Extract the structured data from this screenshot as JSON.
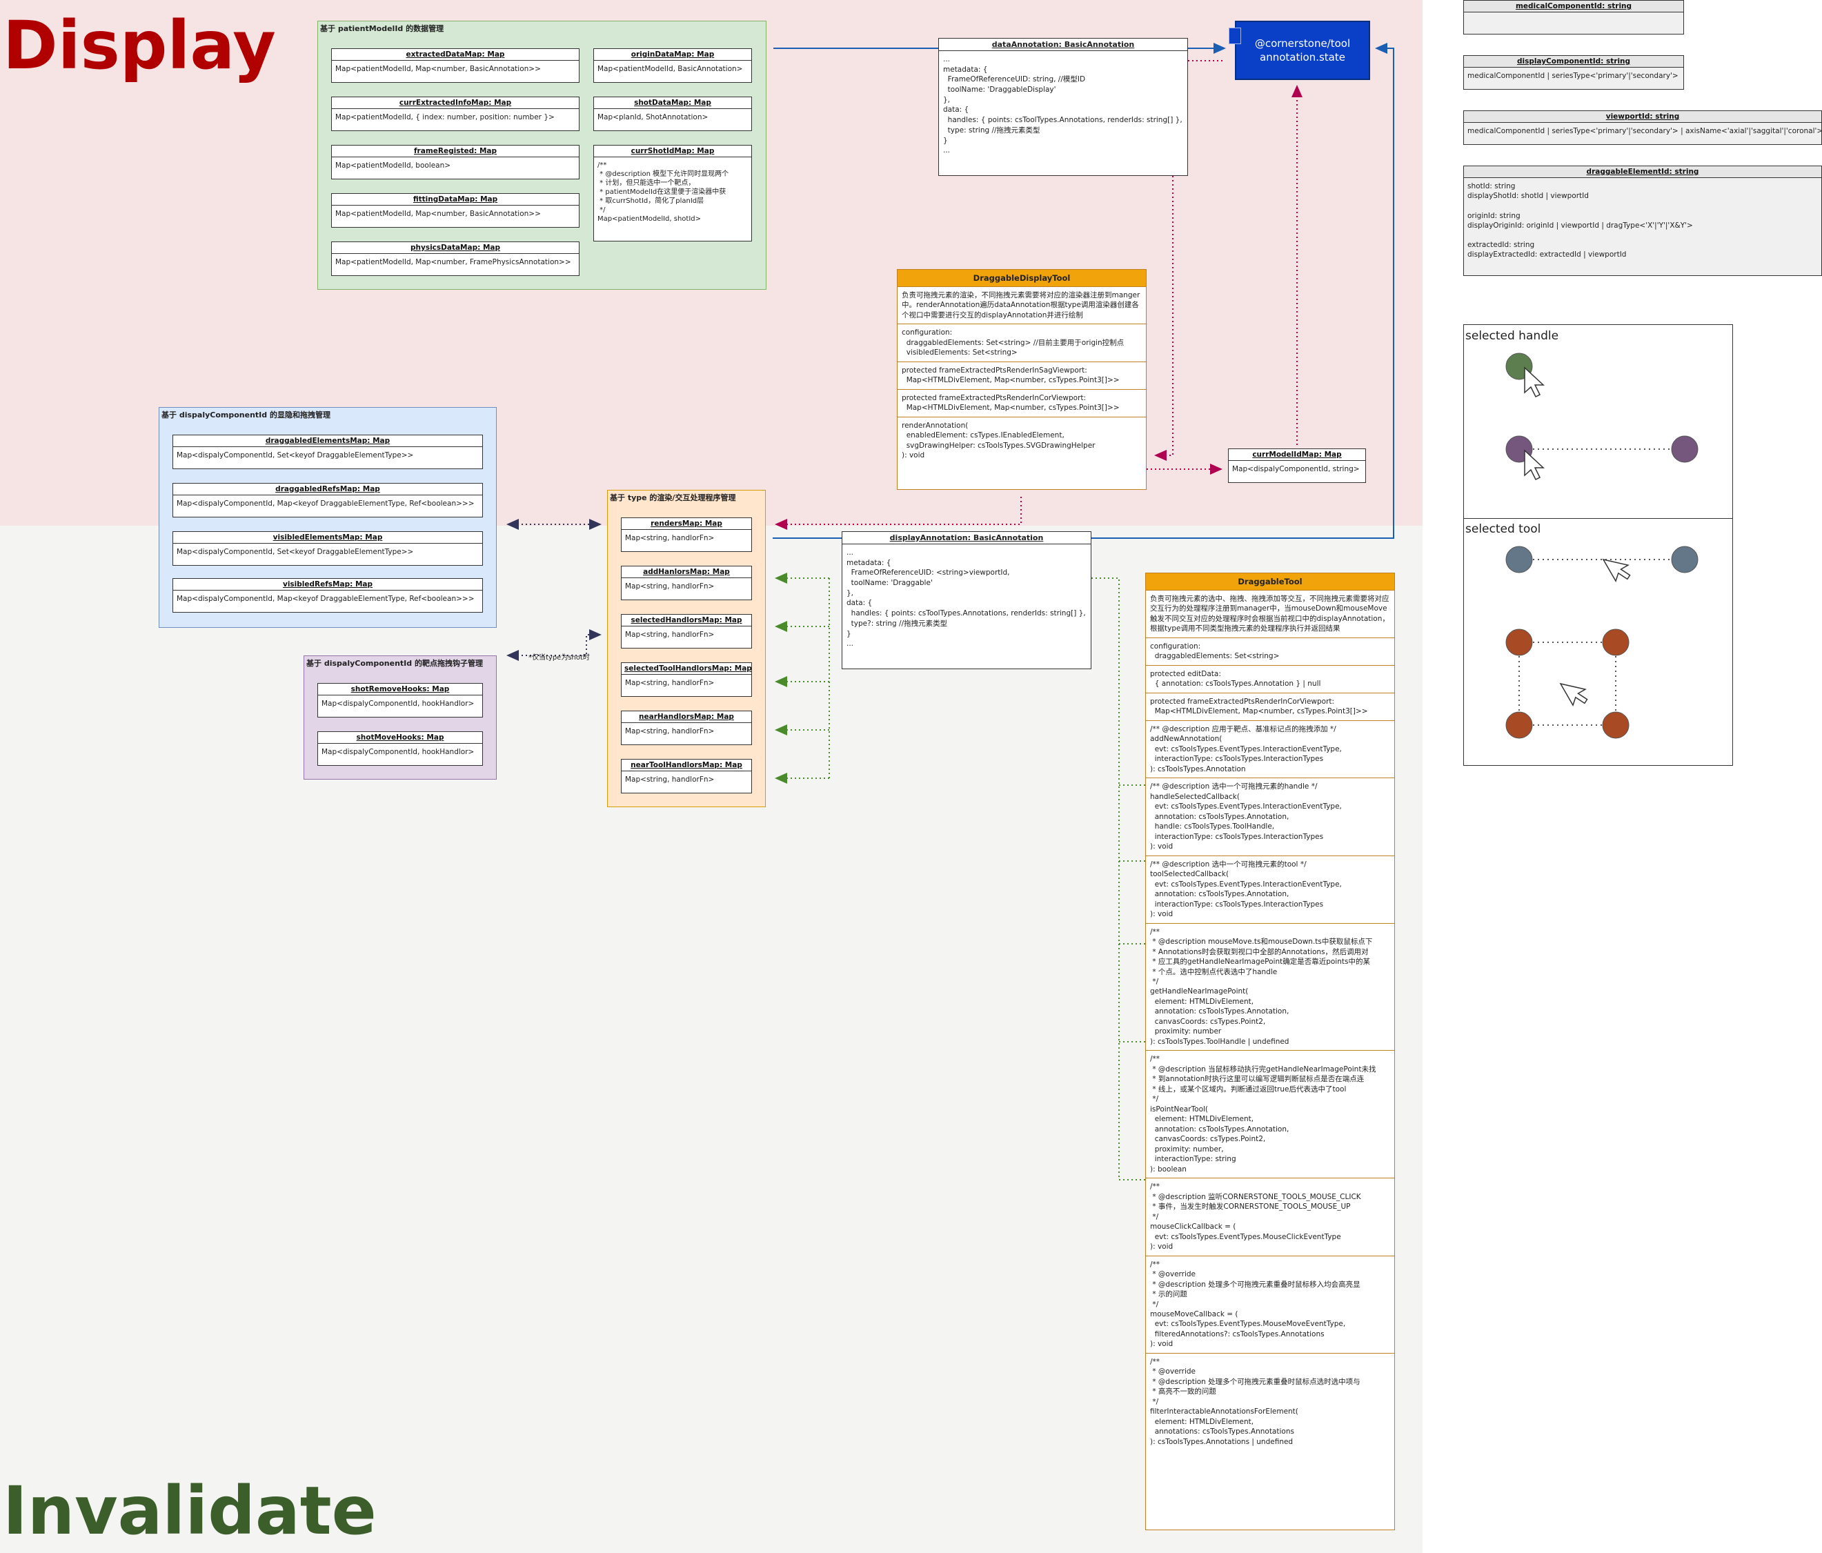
{
  "titles": {
    "display": "Display",
    "invalidate": "Invalidate",
    "display_color": "#b00000",
    "invalidate_color": "#3b5e2b"
  },
  "groups": {
    "patient": {
      "title": "基于 patientModelId 的数据管理",
      "maps": [
        {
          "name": "extractedDataMap: Map",
          "type": "Map<patientModelId, Map<number, BasicAnnotation>>"
        },
        {
          "name": "originDataMap: Map",
          "type": "Map<patientModelId, BasicAnnotation>"
        },
        {
          "name": "currExtractedInfoMap: Map",
          "type": "Map<patientModelId, { index: number, position: number }>"
        },
        {
          "name": "shotDataMap: Map",
          "type": "Map<planId, ShotAnnotation>"
        },
        {
          "name": "frameRegisted: Map",
          "type": "Map<patientModelId, boolean>"
        },
        {
          "name": "currShotIdMap: Map",
          "type": "/**\n * @description 模型下允许同时显现两个\n * 计划，但只能选中一个靶点，\n * patientModelId在这里便于渲染器中获\n * 取currShotId，简化了planId层\n */\nMap<patientModelId, shotId>"
        },
        {
          "name": "fittingDataMap: Map",
          "type": "Map<patientModelId, Map<number, BasicAnnotation>>"
        },
        {
          "name": "physicsDataMap: Map",
          "type": "Map<patientModelId, Map<number, FramePhysicsAnnotation>>"
        }
      ]
    },
    "display_component": {
      "title": "基于 dispalyComponentId 的显隐和拖拽管理",
      "maps": [
        {
          "name": "draggabledElementsMap: Map",
          "type": "Map<dispalyComponentId, Set<keyof DraggableElementType>>"
        },
        {
          "name": "draggabledRefsMap: Map",
          "type": "Map<dispalyComponentId, Map<keyof DraggableElementType, Ref<boolean>>>"
        },
        {
          "name": "visibledElementsMap: Map",
          "type": "Map<dispalyComponentId, Set<keyof DraggableElementType>>"
        },
        {
          "name": "visibledRefsMap: Map",
          "type": "Map<dispalyComponentId, Map<keyof DraggableElementType, Ref<boolean>>>"
        }
      ]
    },
    "hooks": {
      "title": "基于 dispalyComponentId 的靶点拖拽钩子管理",
      "maps": [
        {
          "name": "shotRemoveHooks: Map",
          "type": "Map<dispalyComponentId, hookHandlor>"
        },
        {
          "name": "shotMoveHooks: Map",
          "type": "Map<dispalyComponentId, hookHandlor>"
        }
      ]
    },
    "type_handlers": {
      "title": "基于 type 的渲染/交互处理程序管理",
      "maps": [
        {
          "name": "rendersMap: Map",
          "type": "Map<string, handlorFn>"
        },
        {
          "name": "addHanlorsMap: Map",
          "type": "Map<string, handlorFn>"
        },
        {
          "name": "selectedHandlorsMap: Map",
          "type": "Map<string, handlorFn>"
        },
        {
          "name": "selectedToolHandlorsMap: Map",
          "type": "Map<string, handlorFn>"
        },
        {
          "name": "nearHandlorsMap: Map",
          "type": "Map<string, handlorFn>"
        },
        {
          "name": "nearToolHandlorsMap: Map",
          "type": "Map<string, handlorFn>"
        }
      ]
    }
  },
  "note_shot_only": "*仅当type为shot时",
  "data_annotation": {
    "title": "dataAnnotation: BasicAnnotation",
    "body": "...\nmetadata: {\n  FrameOfReferenceUID: string, //模型ID\n  toolName: 'DraggableDisplay'\n},\ndata: {\n  handles: { points: csToolTypes.Annotations, renderIds: string[] },\n  type: string //拖拽元素类型\n}\n..."
  },
  "display_annotation": {
    "title": "displayAnnotation: BasicAnnotation",
    "body": "...\nmetadata: {\n  FrameOfReferenceUID: <string>viewportId,\n  toolName: 'Draggable'\n},\ndata: {\n  handles: { points: csToolTypes.Annotations, renderIds: string[] },\n  type?: string //拖拽元素类型\n}\n..."
  },
  "cornerstone": {
    "label": "@cornerstone/tool\nannotation.state",
    "color": "#0a40c8"
  },
  "curr_model_map": {
    "title": "currModelIdMap: Map",
    "body": "Map<dispalyComponentId, string>"
  },
  "display_tool": {
    "title": "DraggableDisplayTool",
    "sections": [
      "负责可拖拽元素的渲染，不同拖拽元素需要将对应的渲染器注册到manger中。renderAnnotation遍历dataAnnotation根据type调用渲染器创建各个视口中需要进行交互的displayAnnotation并进行绘制",
      "configuration:\n  draggabledElements: Set<string> //目前主要用于origin控制点\n  visibledElements: Set<string>",
      "protected frameExtractedPtsRenderInSagViewport:\n  Map<HTMLDivElement, Map<number, csTypes.Point3[]>>",
      "protected frameExtractedPtsRenderInCorViewport:\n  Map<HTMLDivElement, Map<number, csTypes.Point3[]>>",
      "renderAnnotation(\n  enabledElement: csTypes.IEnabledElement,\n  svgDrawingHelper: csToolsTypes.SVGDrawingHelper\n): void"
    ]
  },
  "draggable_tool": {
    "title": "DraggableTool",
    "sections": [
      "负责可拖拽元素的选中、拖拽、拖拽添加等交互，不同拖拽元素需要将对应交互行为的处理程序注册到manager中，当mouseDown和mouseMove触发不同交互对应的处理程序时会根据当前视口中的displayAnnotation，根据type调用不同类型拖拽元素的处理程序执行并返回结果",
      "configuration:\n  draggabledElements: Set<string>",
      "protected editData:\n  { annotation: csToolsTypes.Annotation } | null",
      "protected frameExtractedPtsRenderInCorViewport:\n  Map<HTMLDivElement, Map<number, csTypes.Point3[]>>",
      "/** @description 应用于靶点、基准标记点的拖拽添加 */\naddNewAnnotation(\n  evt: csToolsTypes.EventTypes.InteractionEventType,\n  interactionType: csToolsTypes.InteractionTypes\n): csToolsTypes.Annotation",
      "/** @description 选中一个可拖拽元素的handle */\nhandleSelectedCallback(\n  evt: csToolsTypes.EventTypes.InteractionEventType,\n  annotation: csToolsTypes.Annotation,\n  handle: csToolsTypes.ToolHandle,\n  interactionType: csToolsTypes.InteractionTypes\n): void",
      "/** @description 选中一个可拖拽元素的tool */\ntoolSelectedCallback(\n  evt: csToolsTypes.EventTypes.InteractionEventType,\n  annotation: csToolsTypes.Annotation,\n  interactionType: csToolsTypes.InteractionTypes\n): void",
      "/**\n * @description mouseMove.ts和mouseDown.ts中获取鼠标点下\n * Annotations时会获取到视口中全部的Annotations，然后调用对\n * 应工具的getHandleNearImagePoint确定是否靠近points中的某\n * 个点。选中控制点代表选中了handle\n */\ngetHandleNearImagePoint(\n  element: HTMLDivElement,\n  annotation: csToolsTypes.Annotation,\n  canvasCoords: csTypes.Point2,\n  proximity: number\n): csToolsTypes.ToolHandle | undefined",
      "/**\n * @description 当鼠标移动执行完getHandleNearImagePoint未找\n * 到annotation时执行这里可以编写逻辑判断鼠标点是否在端点连\n * 线上，或某个区域内。判断通过返回true后代表选中了tool\n */\nisPointNearTool(\n  element: HTMLDivElement,\n  annotation: csToolsTypes.Annotation,\n  canvasCoords: csTypes.Point2,\n  proximity: number,\n  interactionType: string\n): boolean",
      "/**\n * @description 监听CORNERSTONE_TOOLS_MOUSE_CLICK\n * 事件，当发生时触发CORNERSTONE_TOOLS_MOUSE_UP\n */\nmouseClickCallback = (\n  evt: csToolsTypes.EventTypes.MouseClickEventType\n): void",
      "/**\n * @override\n * @description 处理多个可拖拽元素重叠时鼠标移入均会高亮显\n * 示的问题\n */\nmouseMoveCallback = (\n  evt: csToolsTypes.EventTypes.MouseMoveEventType,\n  filteredAnnotations?: csToolsTypes.Annotations\n): void",
      "/**\n * @override\n * @description 处理多个可拖拽元素重叠时鼠标点选时选中项与\n * 高亮不一致的问题\n */\nfilterInteractableAnnotationsForElement(\n  element: HTMLDivElement,\n  annotations: csToolsTypes.Annotations\n): csToolsTypes.Annotations | undefined"
    ]
  },
  "id_types": [
    {
      "name": "medicalComponentId: string",
      "body": ""
    },
    {
      "name": "displayComponentId: string",
      "body": "medicalComponentId | seriesType<'primary'|'secondary'>"
    },
    {
      "name": "viewportId: string",
      "body": "medicalComponentId | seriesType<'primary'|'secondary'> | axisName<'axial'|'saggital'|'coronal'>"
    },
    {
      "name": "draggableElementId: string",
      "body": "shotId: string\ndisplayShotId: shotId | viewportId\n\noriginId: string\ndisplayOriginId: originId | viewportId | dragType<'X'|'Y'|'X&Y'>\n\nextractedId: string\ndisplayExtractedId: extractedId | viewportId"
    }
  ],
  "legend": {
    "selected_handle": "selected handle",
    "selected_tool": "selected tool",
    "colors": {
      "green": "#5d7f50",
      "purple": "#75577e",
      "slate": "#637788",
      "rust": "#a84a24"
    }
  }
}
